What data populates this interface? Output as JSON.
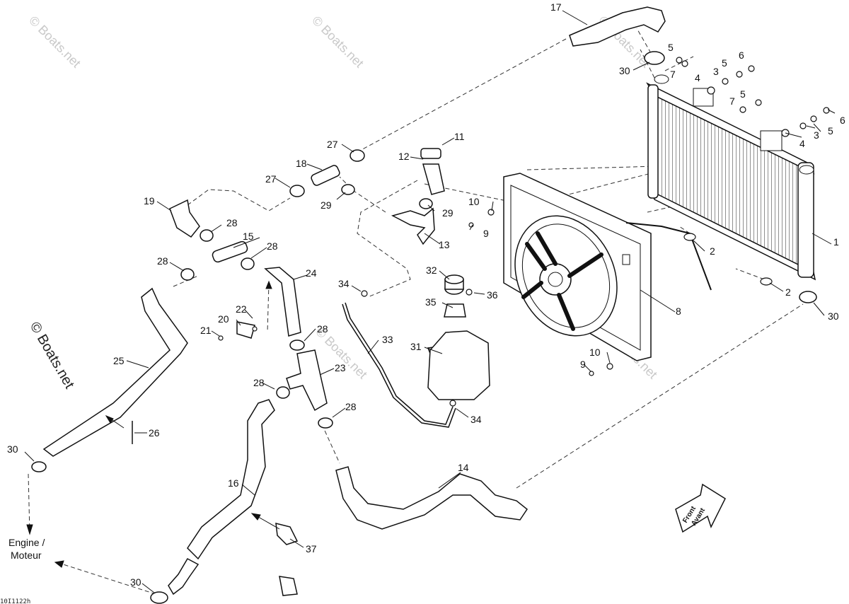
{
  "watermark": "© Boats.net",
  "engine_label": [
    "Engine /",
    "Moteur"
  ],
  "front_label": [
    "Front",
    "Avant"
  ],
  "drawing_code": "10I1122h",
  "callouts": [
    "1",
    "2",
    "2",
    "3",
    "3",
    "4",
    "4",
    "5",
    "5",
    "5",
    "5",
    "6",
    "6",
    "7",
    "7",
    "8",
    "9",
    "9",
    "10",
    "10",
    "11",
    "12",
    "13",
    "14",
    "15",
    "16",
    "17",
    "18",
    "19",
    "20",
    "21",
    "22",
    "23",
    "24",
    "25",
    "26",
    "27",
    "27",
    "28",
    "28",
    "28",
    "28",
    "28",
    "28",
    "29",
    "29",
    "30",
    "30",
    "30",
    "30",
    "31",
    "32",
    "33",
    "34",
    "34",
    "35",
    "36",
    "37"
  ]
}
